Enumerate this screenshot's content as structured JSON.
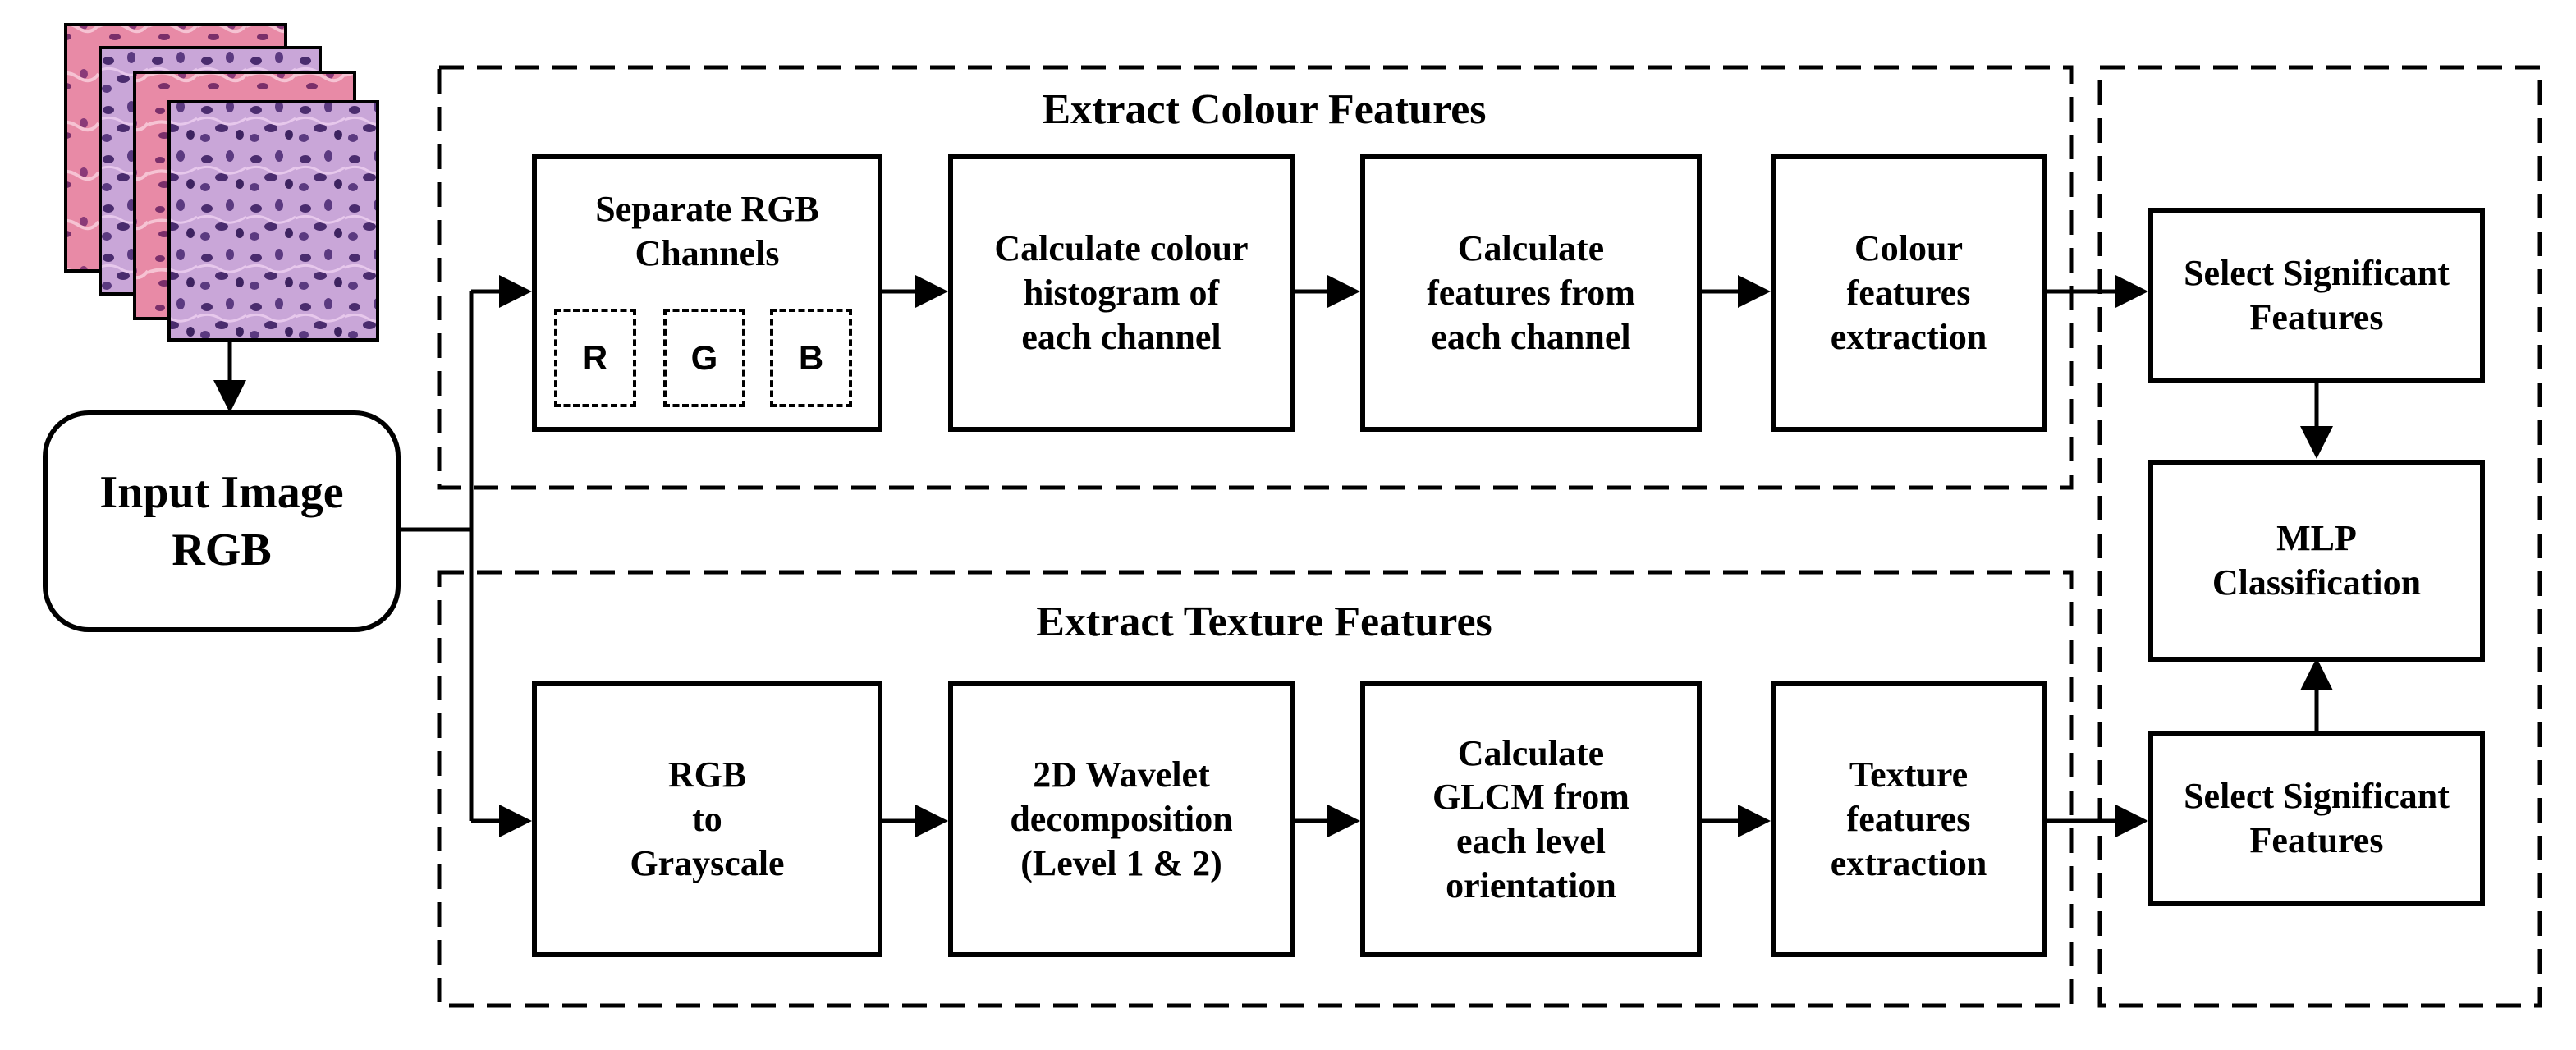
{
  "input": {
    "label": "Input Image\nRGB"
  },
  "colour_region": {
    "title": "Extract Colour Features"
  },
  "texture_region": {
    "title": "Extract Texture Features"
  },
  "colour_steps": [
    {
      "label": "Separate RGB\nChannels"
    },
    {
      "label": "Calculate colour\nhistogram of\neach channel"
    },
    {
      "label": "Calculate\nfeatures from\neach channel"
    },
    {
      "label": "Colour\nfeatures\nextraction"
    }
  ],
  "channels": [
    "R",
    "G",
    "B"
  ],
  "texture_steps": [
    {
      "label": "RGB\nto\nGrayscale"
    },
    {
      "label": "2D Wavelet\ndecomposition\n(Level 1 & 2)"
    },
    {
      "label": "Calculate\nGLCM from\neach level\norientation"
    },
    {
      "label": "Texture\nfeatures\nextraction"
    }
  ],
  "select_top": {
    "label": "Select Significant\nFeatures"
  },
  "classifier": {
    "label": "MLP\nClassification"
  },
  "select_bottom": {
    "label": "Select Significant\nFeatures"
  },
  "colors": {
    "stroke": "#000000",
    "background": "#ffffff",
    "tissue_pink": "#e88aa6",
    "tissue_purple": "#b690c8",
    "nuclei": "#4a2c6e"
  },
  "icons": {
    "image_stack": "histology-slide-stack-icon"
  }
}
